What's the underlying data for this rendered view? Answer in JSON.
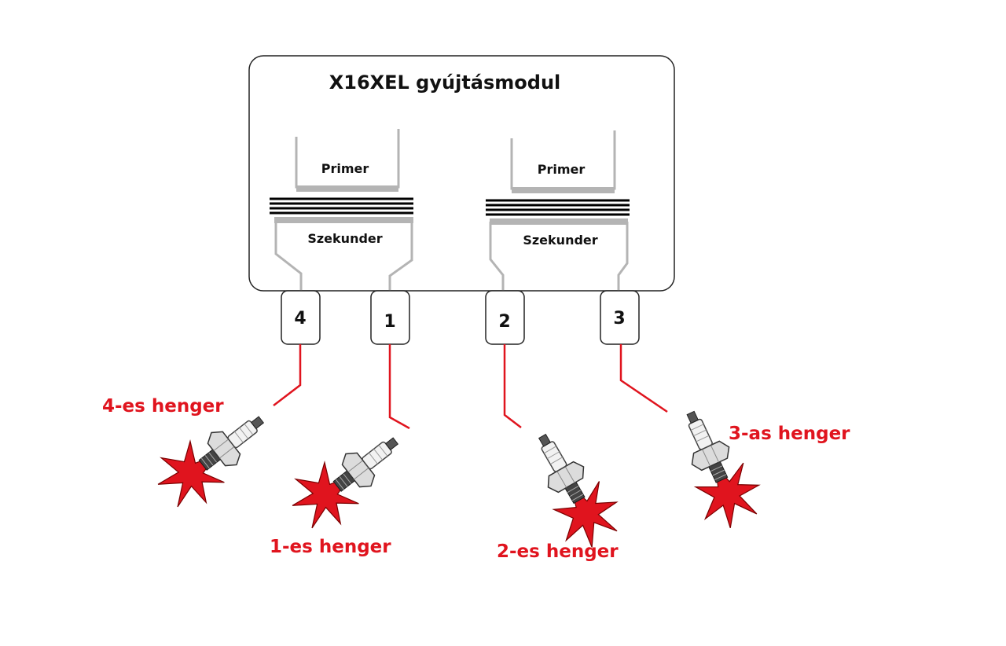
{
  "module": {
    "title": "X16XEL gyújtásmodul"
  },
  "coils": [
    {
      "primary": "Primer",
      "secondary": "Szekunder"
    },
    {
      "primary": "Primer",
      "secondary": "Szekunder"
    }
  ],
  "terminals": [
    "4",
    "1",
    "2",
    "3"
  ],
  "cylinders": [
    "4-es henger",
    "1-es henger",
    "2-es henger",
    "3-as henger"
  ],
  "colors": {
    "wire": "#e0141e",
    "label": "#e0141e",
    "coil_gray": "#b4b4b4",
    "winding": "#000000",
    "spark": "#e0141e"
  }
}
